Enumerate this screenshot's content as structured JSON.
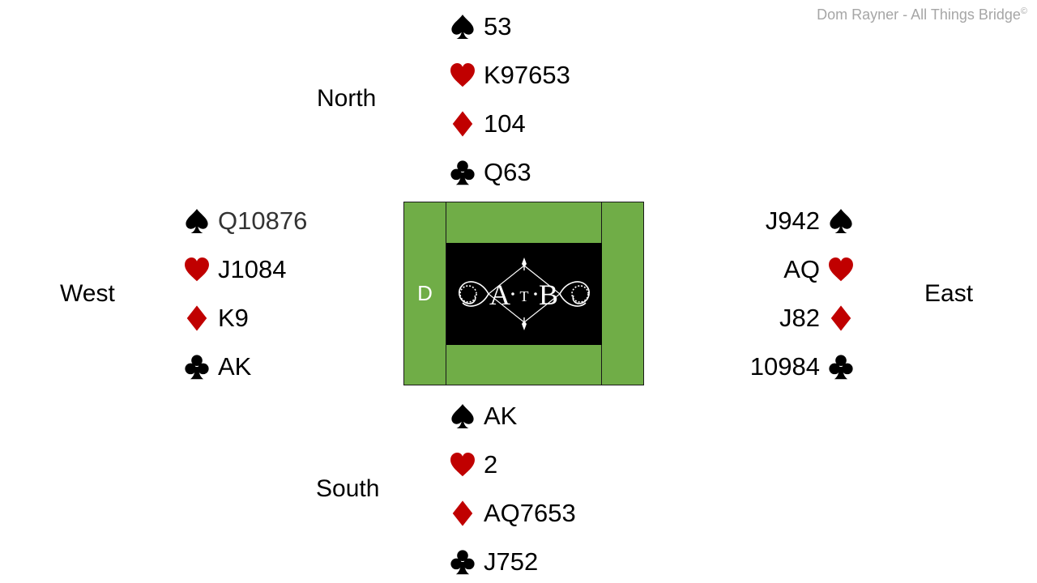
{
  "credit": {
    "text": "Dom Rayner  - All Things Bridge",
    "mark": "©"
  },
  "dealer": "D",
  "logo": {
    "letters": [
      "A",
      "T",
      "B"
    ]
  },
  "colors": {
    "red_suit": "#c00000",
    "black_suit": "#000000",
    "table_green": "#70ad47",
    "logo_bg": "#000000"
  },
  "seats": {
    "north": {
      "label": "North",
      "spades": "53",
      "hearts": "K97653",
      "diamonds": "104",
      "clubs": "Q63"
    },
    "west": {
      "label": "West",
      "spades": "Q10876",
      "hearts": "J1084",
      "diamonds": "K9",
      "clubs": "AK"
    },
    "east": {
      "label": "East",
      "spades": "J942",
      "hearts": "AQ",
      "diamonds": "J82",
      "clubs": "10984"
    },
    "south": {
      "label": "South",
      "spades": "AK",
      "hearts": "2",
      "diamonds": "AQ7653",
      "clubs": "J752"
    }
  }
}
